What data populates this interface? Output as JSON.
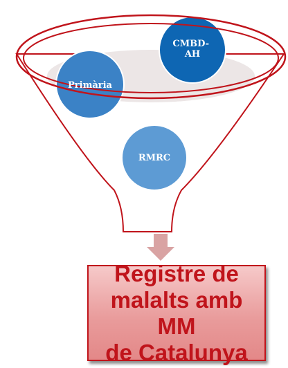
{
  "diagram": {
    "circles": [
      {
        "label_lines": [
          "CMBD-",
          "AH"
        ],
        "color": "#0e66b3"
      },
      {
        "label_lines": [
          "Primària"
        ],
        "color": "#3b82c6"
      },
      {
        "label_lines": [
          "RMRC"
        ],
        "color": "#5d9bd4"
      }
    ],
    "colors": {
      "funnel_fill": "#ffffff",
      "funnel_stroke": "#c0141b",
      "funnel_inner_disc": "#ece6e6",
      "arrow": "#d9a3a3",
      "result_border": "#c0141b",
      "result_text": "#c0141b"
    }
  },
  "result": {
    "lines": [
      "Registre de",
      "malalts amb MM",
      "de Catalunya"
    ]
  }
}
